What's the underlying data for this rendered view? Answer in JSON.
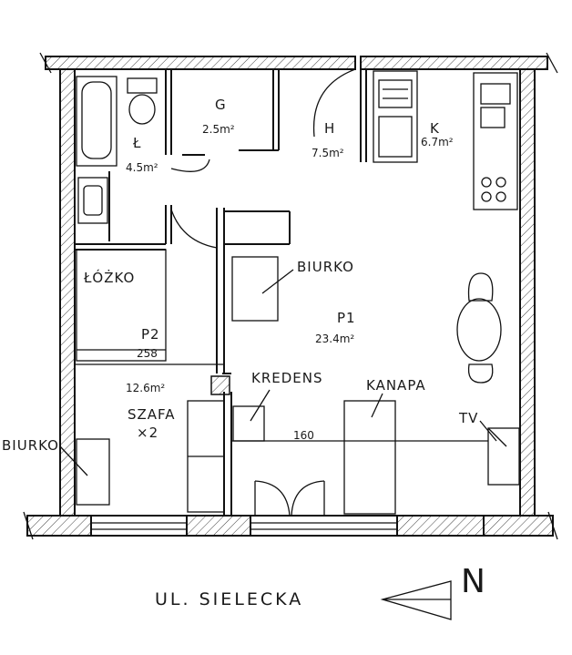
{
  "rooms": {
    "bathroom": {
      "letter": "Ł",
      "area": "4.5",
      "unit": "m²"
    },
    "room_g": {
      "letter": "G",
      "area": "2.5",
      "unit": "m²"
    },
    "hall": {
      "letter": "H",
      "area": "7.5",
      "unit": "m²"
    },
    "kitchen": {
      "letter": "K",
      "area": "6.7",
      "unit": "m²"
    },
    "living": {
      "letter": "P1",
      "area": "23.4",
      "unit": "m²"
    },
    "bedroom": {
      "letter": "P2",
      "dimension": "258",
      "area": "12.6",
      "unit": "m²"
    }
  },
  "furniture": {
    "bed": "ŁÓŻKO",
    "desk_living": "BIURKO",
    "desk_bedroom": "BIURKO",
    "sideboard": "KREDENS",
    "sofa": "KANAPA",
    "tv": "TV",
    "wardrobe_line1": "SZAFA",
    "wardrobe_line2": "×2"
  },
  "dimension_width": "160",
  "street": "UL. SIELECKA",
  "north": "N"
}
